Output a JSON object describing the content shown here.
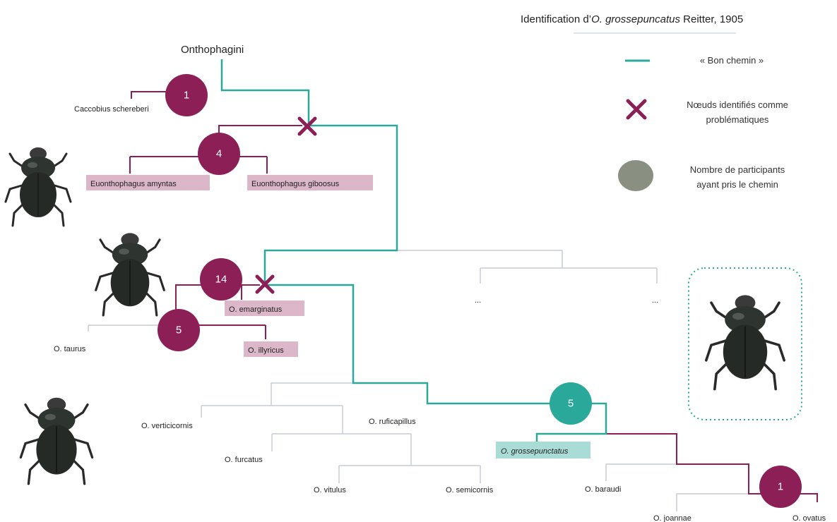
{
  "title": {
    "prefix": "Identification d’",
    "species": "O. grossepuncatus",
    "suffix": " Reitter, 1905"
  },
  "colors": {
    "good_path": "#2aa89a",
    "problem": "#8b1f56",
    "grey_line": "#c9ccd6",
    "highlight_pink": "#dcb6c9",
    "highlight_teal": "#a9dcd6",
    "legend_circle": "#8a9081"
  },
  "legend": {
    "good_path": "« Bon chemin »",
    "problem_line1": "Nœuds identifiés comme",
    "problem_line2": "problématiques",
    "participants_line1": "Nombre de participants",
    "participants_line2": "ayant pris le chemin"
  },
  "tree": {
    "root": "Onthophagini",
    "taxa": {
      "caccobius": "Caccobius schereberi",
      "amyntas": "Euonthophagus amyntas",
      "giboosus": "Euonthophagus giboosus",
      "emarginatus": "O. emarginatus",
      "taurus": "O. taurus",
      "illyricus": "O. illyricus",
      "verticicornis": "O. verticicornis",
      "ruficapillus": "O. ruficapillus",
      "furcatus": "O. furcatus",
      "vitulus": "O. vitulus",
      "semicornis": "O. semicornis",
      "grossepunctatus": "O. grossepunctatus",
      "baraudi": "O. baraudi",
      "joannae": "O. joannae",
      "ovatus": "O. ovatus",
      "ellipsis_left": "...",
      "ellipsis_right": "..."
    },
    "bubbles": {
      "n1_top": "1",
      "n4": "4",
      "n14": "14",
      "n5_left": "5",
      "n5_teal": "5",
      "n1_bottom": "1"
    }
  },
  "images": {
    "beetle_icon": "beetle-photo"
  }
}
